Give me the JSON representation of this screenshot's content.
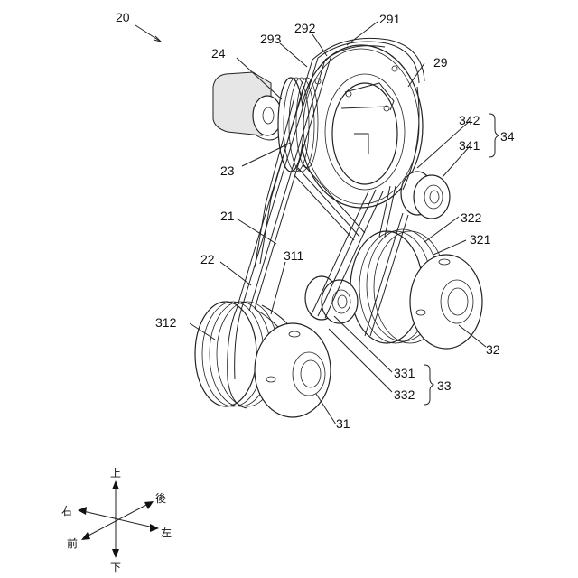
{
  "labels": {
    "fig": "20",
    "l291": "291",
    "l292": "292",
    "l293": "293",
    "l24": "24",
    "l29": "29",
    "l342": "342",
    "l341": "341",
    "l34": "34",
    "l23": "23",
    "l21": "21",
    "l22": "22",
    "l311": "311",
    "l322": "322",
    "l321": "321",
    "l312": "312",
    "l32": "32",
    "l331": "331",
    "l332": "332",
    "l33": "33",
    "l31": "31"
  },
  "axes": {
    "up": "上",
    "down": "下",
    "left": "左",
    "right": "右",
    "front": "前",
    "back": "後"
  }
}
